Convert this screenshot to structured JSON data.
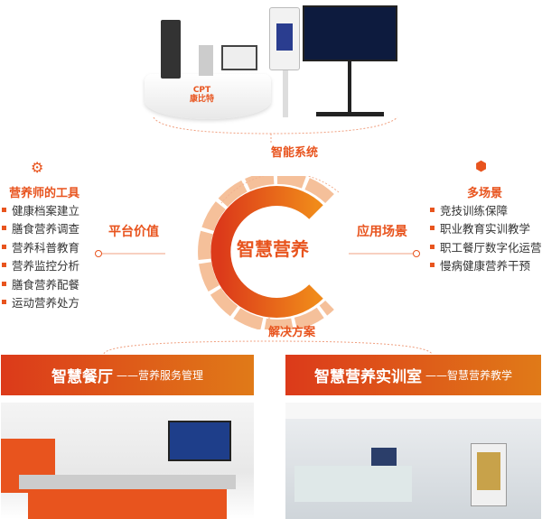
{
  "product": {
    "logo_en": "CPT",
    "logo_cn": "康比特"
  },
  "top_label": "智能系统",
  "center_title": "智慧营养",
  "left": {
    "title": "营养师的工具",
    "connector": "平台价值",
    "items": [
      "健康档案建立",
      "膳食营养调查",
      "营养科普教育",
      "营养监控分析",
      "膳食营养配餐",
      "运动营养处方"
    ]
  },
  "right": {
    "title": "多场景",
    "connector": "应用场景",
    "items": [
      "竞技训练保障",
      "职业教育实训教学",
      "职工餐厅数字化运营",
      "慢病健康营养干预"
    ]
  },
  "bottom_label": "解决方案",
  "banners": [
    {
      "title": "智慧餐厅",
      "subtitle": "——营养服务管理"
    },
    {
      "title": "智慧营养实训室",
      "subtitle": "——智慧营养教学"
    }
  ],
  "colors": {
    "accent": "#e8541e",
    "gradient_start": "#dc3a1a",
    "gradient_end": "#e07a18"
  }
}
